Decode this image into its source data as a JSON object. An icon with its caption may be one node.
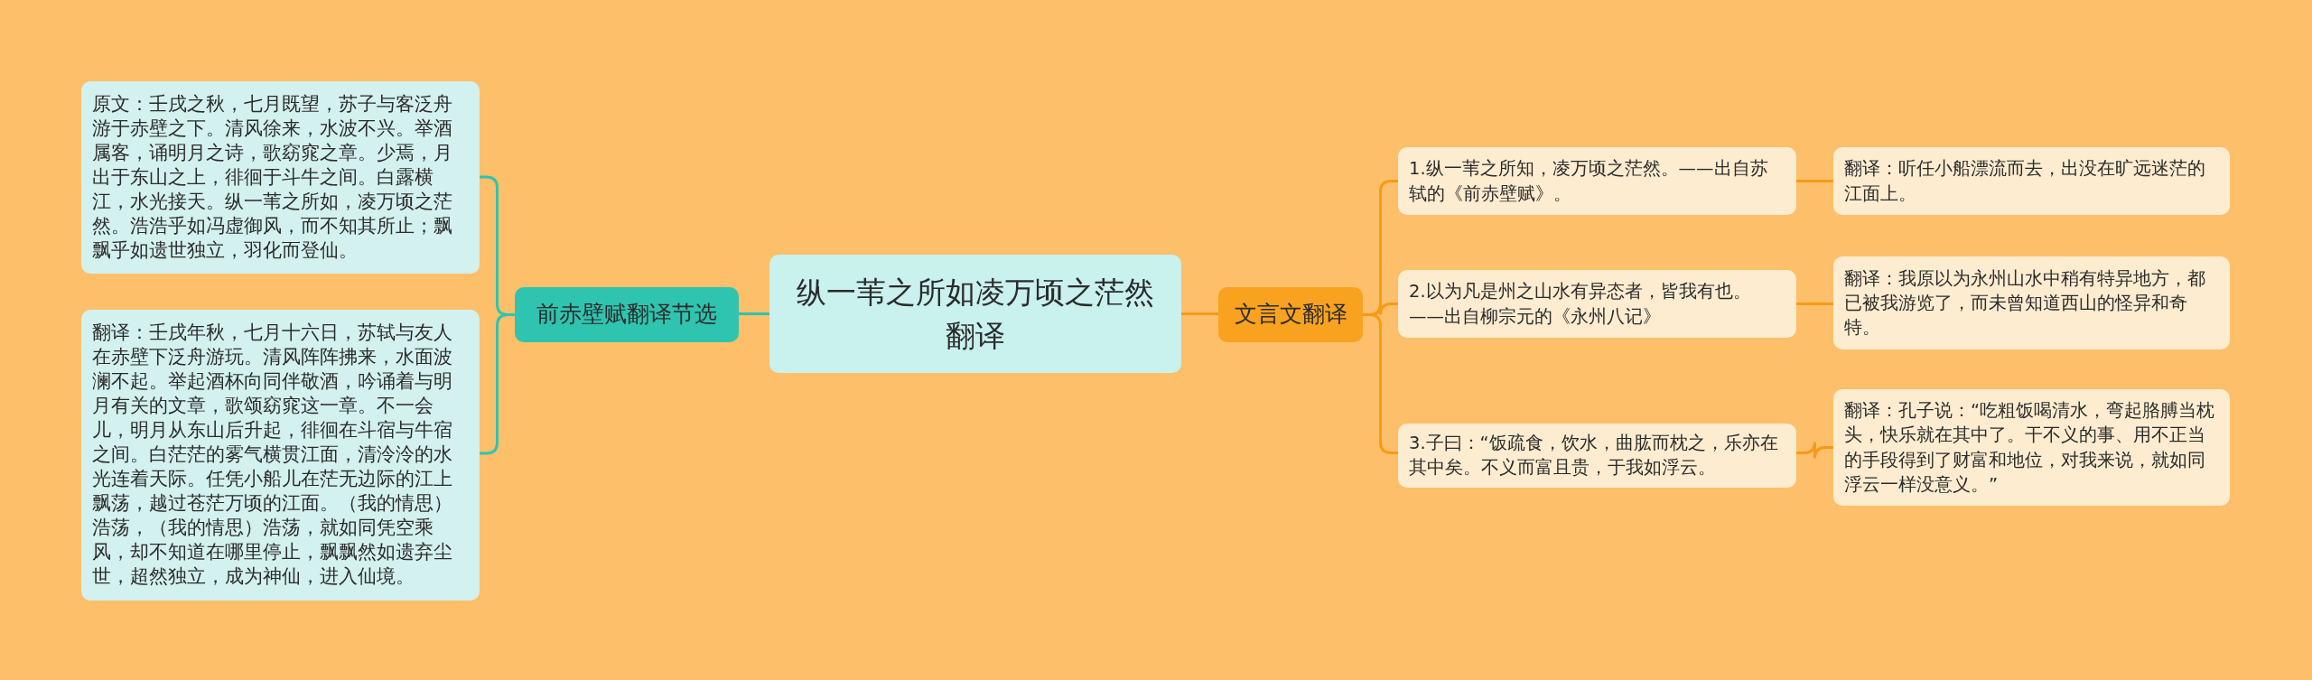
{
  "diagram": {
    "nodes": [
      {
        "text": [
          "纵一苇之所如凌万顷之茫然翻译"
        ]
      },
      {
        "text": [
          "前赤壁赋翻译节选"
        ]
      },
      {
        "text": [
          "原文：壬戌之秋，七月既望，苏子与客泛舟游于赤壁之下。清风徐来，水波不兴。举酒属客，诵明月之诗，歌窈窕之章。少焉，月出于东山之上，徘徊于斗牛之间。白露横江，水光接天。纵一苇之所如，凌万顷之茫然。浩浩乎如冯虚御风，而不知其所止；飘飘乎如遗世独立，羽化而登仙。"
        ]
      },
      {
        "text": [
          "翻译：壬戌年秋，七月十六日，苏轼与友人在赤壁下泛舟游玩。清风阵阵拂来，水面波澜不起。举起酒杯向同伴敬酒，吟诵着与明月有关的文章，歌颂窈窕这一章。不一会儿，明月从东山后升起，徘徊在斗宿与牛宿之间。白茫茫的雾气横贯江面，清泠泠的水光连着天际。任凭小船儿在茫无边际的江上飘荡，越过苍茫万顷的江面。（我的情思）浩荡，（我的情思）浩荡，就如同凭空乘风，却不知道在哪里停止，飘飘然如遗弃尘世，超然独立，成为神仙，进入仙境。"
        ]
      },
      {
        "text": [
          "文言文翻译"
        ]
      },
      {
        "text": [
          "1.纵一苇之所知，凌万顷之茫然。——出自苏轼的《前赤壁赋》。"
        ]
      },
      {
        "text": [
          "翻译：听任小船漂流而去，出没在旷远迷茫的江面上。"
        ]
      },
      {
        "text": [
          "2.以为凡是州之山水有异态者，皆我有也。——出自柳宗元的《永州八记》"
        ]
      },
      {
        "text": [
          "翻译：我原以为永州山水中稍有特异地方，都已被我游览了，而未曾知道西山的怪异和奇特。"
        ]
      },
      {
        "text": [
          "3.子曰：“饭疏食，饮水，曲肱而枕之，乐亦在其中矣。不义而富且贵，于我如浮云。"
        ]
      },
      {
        "text": [
          "翻译：孔子说：“吃粗饭喝清水，弯起胳膊当枕头，快乐就在其中了。干不义的事、用不正当的手段得到了财富和地位，对我来说，就如同浮云一样没意义。”"
        ]
      }
    ],
    "edges": [
      {
        "from": 0,
        "to": 1,
        "arrow": "none",
        "color": "#2ec4b0"
      },
      {
        "from": 1,
        "to": 2,
        "arrow": "none",
        "color": "#2ec4b0"
      },
      {
        "from": 1,
        "to": 3,
        "arrow": "none",
        "color": "#2ec4b0"
      },
      {
        "from": 0,
        "to": 4,
        "arrow": "none"
      },
      {
        "from": 4,
        "to": 5,
        "arrow": "none"
      },
      {
        "from": 5,
        "to": 6,
        "arrow": "none"
      },
      {
        "from": 4,
        "to": 7,
        "arrow": "none"
      },
      {
        "from": 7,
        "to": 8,
        "arrow": "none"
      },
      {
        "from": 4,
        "to": 9,
        "arrow": "none"
      },
      {
        "from": 9,
        "to": 10,
        "arrow": "none"
      }
    ]
  }
}
